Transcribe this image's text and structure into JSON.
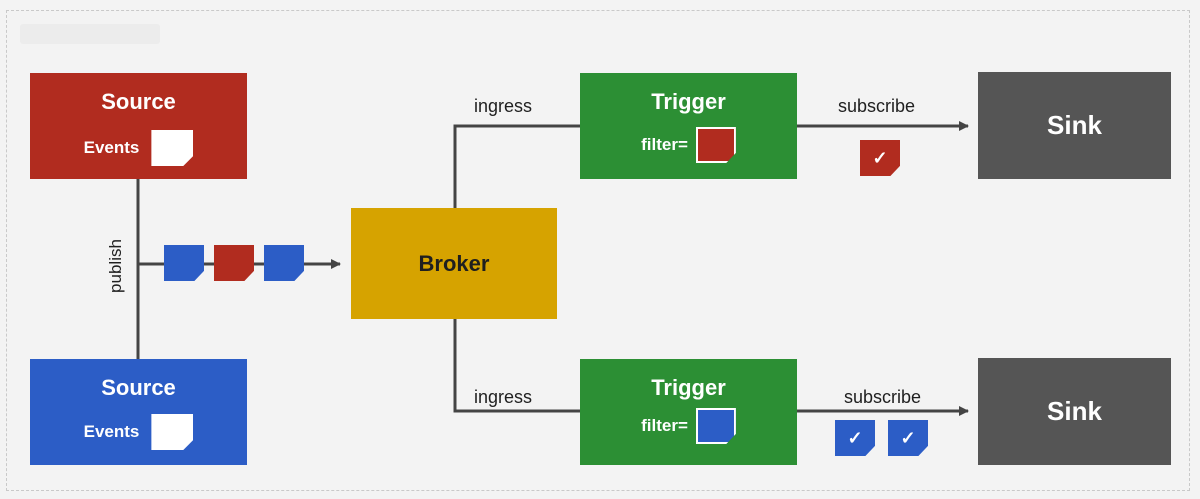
{
  "source_red": {
    "title": "Source",
    "events_label": "Events"
  },
  "source_blue": {
    "title": "Source",
    "events_label": "Events"
  },
  "publish_label": "publish",
  "broker": {
    "title": "Broker"
  },
  "trigger_top": {
    "title": "Trigger",
    "filter_label": "filter=",
    "filter_color": "#b12c1f"
  },
  "trigger_bottom": {
    "title": "Trigger",
    "filter_label": "filter=",
    "filter_color": "#2c5dc6"
  },
  "sink_top": {
    "title": "Sink"
  },
  "sink_bottom": {
    "title": "Sink"
  },
  "edges": {
    "ingress_top": "ingress",
    "ingress_bottom": "ingress",
    "subscribe_top": "subscribe",
    "subscribe_bottom": "subscribe"
  },
  "event_stream": [
    "blue",
    "red",
    "blue"
  ],
  "check_mark": "✓",
  "colors": {
    "red": "#b12c1f",
    "blue": "#2c5dc6",
    "yellow": "#d6a300",
    "green": "#2c8f34",
    "gray": "#555555",
    "line": "#444444"
  }
}
